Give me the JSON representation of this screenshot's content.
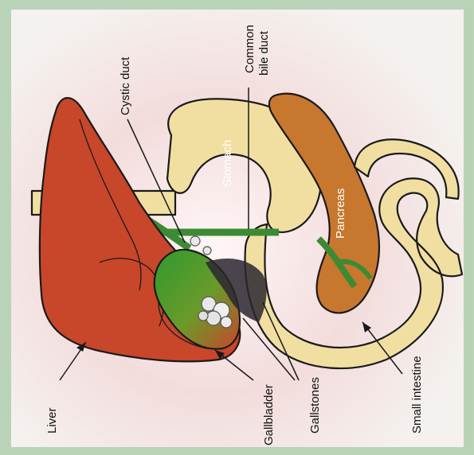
{
  "labels": {
    "liver": "Liver",
    "gallbladder": "Gallbladder",
    "gallstones": "Gallstones",
    "small_intestine": "Small intestine",
    "stomach": "Stomach",
    "pancreas": "Pancreas",
    "cystic_duct": "Cystic duct",
    "common_bile_duct_line1": "Common",
    "common_bile_duct_line2": "bile duct"
  },
  "colors": {
    "liver": "#c8462a",
    "gallbladder": "#2f9a2f",
    "intestine": "#f1dfa2",
    "pancreas": "#c7772e",
    "duct": "#3d8a34",
    "border": "#b9d3b9",
    "paper": "#f4f1ee"
  }
}
